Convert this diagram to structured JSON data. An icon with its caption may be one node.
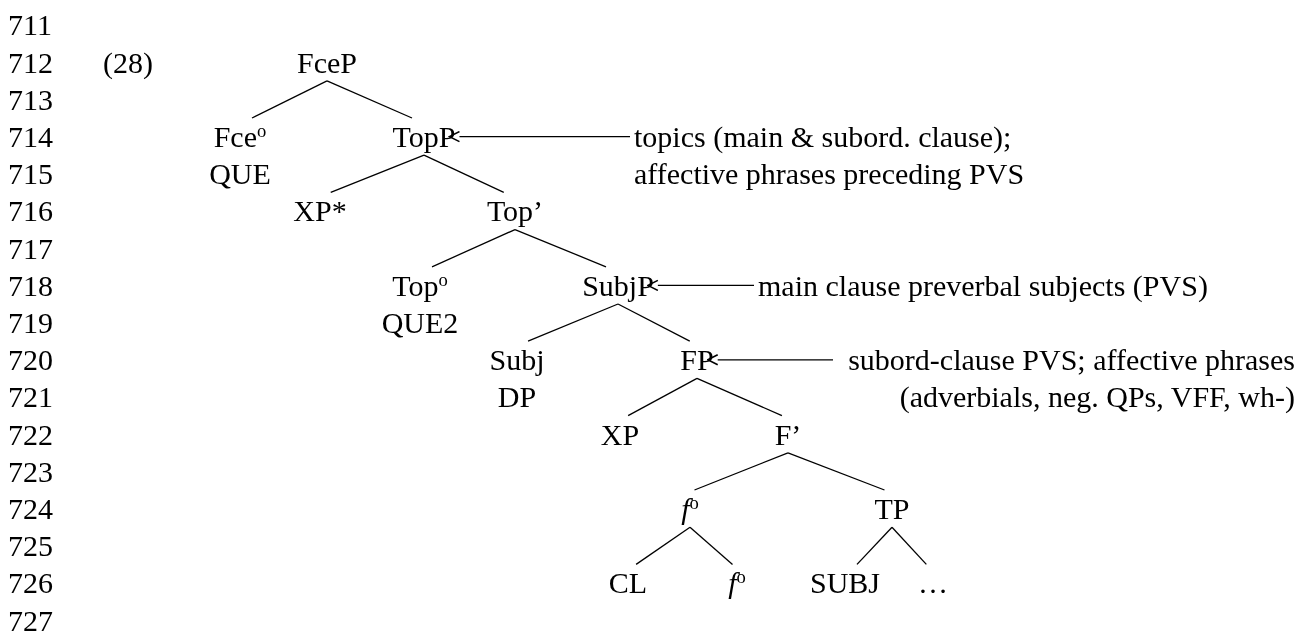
{
  "diagram": {
    "nodes": [
      {
        "text": [
          "FceP"
        ]
      },
      {
        "text": [
          "Fce$^{o}$",
          "QUE"
        ]
      },
      {
        "text": [
          "TopP"
        ]
      },
      {
        "text": [
          "XP*"
        ]
      },
      {
        "text": [
          "Top’"
        ]
      },
      {
        "text": [
          "Top$^{o}$",
          "QUE2"
        ]
      },
      {
        "text": [
          "SubjP"
        ]
      },
      {
        "text": [
          "Subj",
          "DP"
        ]
      },
      {
        "text": [
          "FP"
        ]
      },
      {
        "text": [
          "XP"
        ]
      },
      {
        "text": [
          "F’"
        ]
      },
      {
        "text": [
          "*f*$^{o}$"
        ]
      },
      {
        "text": [
          "TP"
        ]
      },
      {
        "text": [
          "CL"
        ]
      },
      {
        "text": [
          "*f*$^{o}$"
        ]
      },
      {
        "text": [
          "SUBJ"
        ]
      },
      {
        "text": [
          "…"
        ]
      },
      {
        "text": [
          "topics (main & subord. clause); affective phrases preceding PVS"
        ]
      },
      {
        "text": [
          "main clause preverbal subjects (PVS)"
        ]
      },
      {
        "text": [
          "subord-clause PVS; affective phrases (adverbials, neg. QPs, VFF, wh-)"
        ]
      }
    ],
    "edges": [
      {
        "from": 0,
        "to": 1,
        "arrow": "none"
      },
      {
        "from": 0,
        "to": 2,
        "arrow": "none"
      },
      {
        "from": 2,
        "to": 3,
        "arrow": "none"
      },
      {
        "from": 2,
        "to": 4,
        "arrow": "none"
      },
      {
        "from": 4,
        "to": 5,
        "arrow": "none"
      },
      {
        "from": 4,
        "to": 6,
        "arrow": "none"
      },
      {
        "from": 6,
        "to": 7,
        "arrow": "none"
      },
      {
        "from": 6,
        "to": 8,
        "arrow": "none"
      },
      {
        "from": 8,
        "to": 9,
        "arrow": "none"
      },
      {
        "from": 8,
        "to": 10,
        "arrow": "none"
      },
      {
        "from": 10,
        "to": 11,
        "arrow": "none"
      },
      {
        "from": 10,
        "to": 12,
        "arrow": "none"
      },
      {
        "from": 11,
        "to": 13,
        "arrow": "none"
      },
      {
        "from": 11,
        "to": 14,
        "arrow": "none"
      },
      {
        "from": 12,
        "to": 15,
        "arrow": "none"
      },
      {
        "from": 12,
        "to": 16,
        "arrow": "none"
      },
      {
        "from": 17,
        "to": 2,
        "arrow": "to"
      },
      {
        "from": 18,
        "to": 6,
        "arrow": "to"
      },
      {
        "from": 19,
        "to": 8,
        "arrow": "to"
      }
    ],
    "labels": [
      "711",
      "712",
      "713",
      "714",
      "715",
      "716",
      "717",
      "718",
      "719",
      "720",
      "721",
      "722",
      "723",
      "724",
      "725",
      "726",
      "727",
      "(28)"
    ]
  }
}
